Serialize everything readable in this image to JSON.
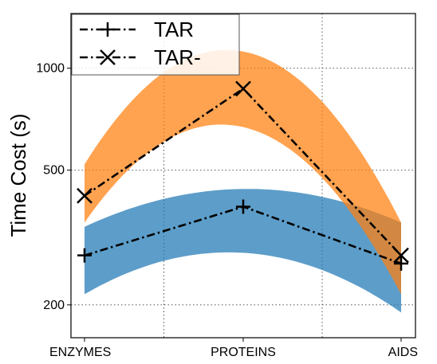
{
  "chart_data": {
    "type": "line",
    "title": "",
    "xlabel": "",
    "ylabel": "Time Cost (s)",
    "categories": [
      "ENZYMES",
      "PROTEINS",
      "AIDS"
    ],
    "yscale": "log",
    "ylim": [
      160,
      1450
    ],
    "yticks": [
      200,
      500,
      1000
    ],
    "ytick_labels": [
      "200",
      "500",
      "1000"
    ],
    "grid": true,
    "legend_position": "top-left",
    "series": [
      {
        "name": "TAR",
        "marker": "plus",
        "line_style": "dash-dot",
        "color": "#000000",
        "values": [
          280,
          390,
          265
        ],
        "band": {
          "color": "#1f77b4",
          "lower": [
            215,
            285,
            190
          ],
          "upper": [
            340,
            440,
            350
          ]
        }
      },
      {
        "name": "TAR-",
        "marker": "x",
        "line_style": "dash-dot",
        "color": "#000000",
        "values": [
          420,
          870,
          280
        ],
        "band": {
          "color": "#ff7f0e",
          "lower": [
            350,
            670,
            215
          ],
          "upper": [
            520,
            1120,
            350
          ]
        }
      }
    ]
  }
}
